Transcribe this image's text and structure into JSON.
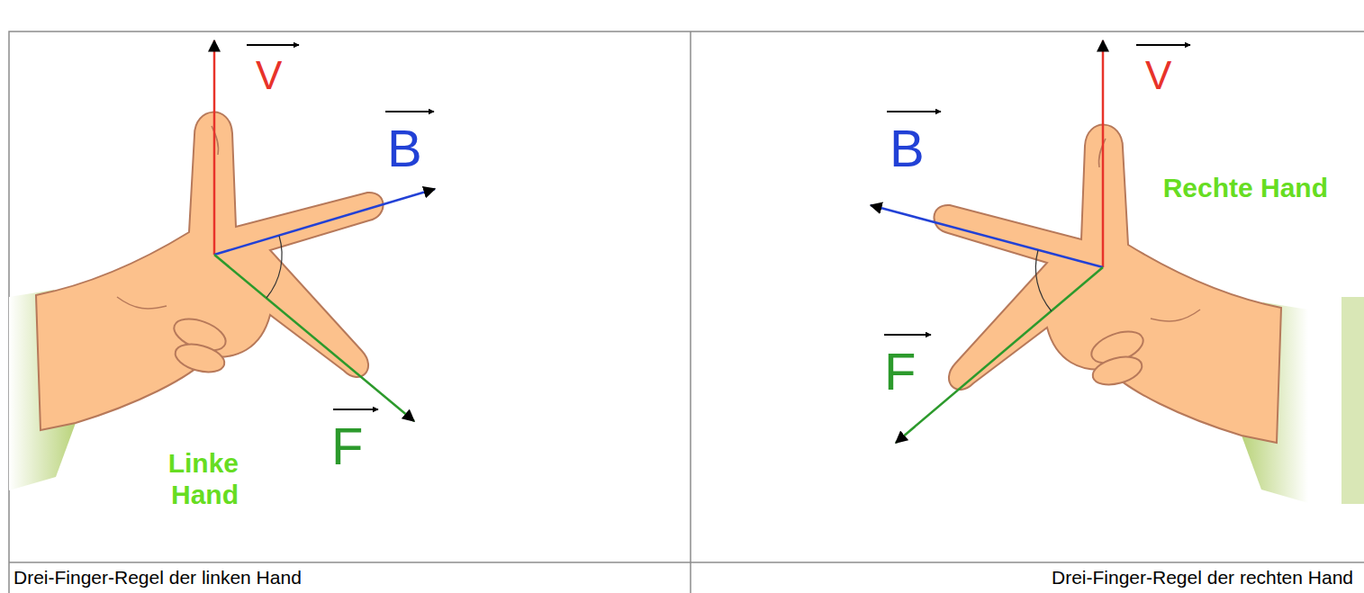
{
  "diagram": {
    "labels": [
      "V",
      "B",
      "F",
      "Linke Hand",
      "V",
      "B",
      "F",
      "Rechte Hand",
      "Drei-Finger-Regel der linken Hand",
      "Drei-Finger-Regel der rechten Hand"
    ]
  }
}
